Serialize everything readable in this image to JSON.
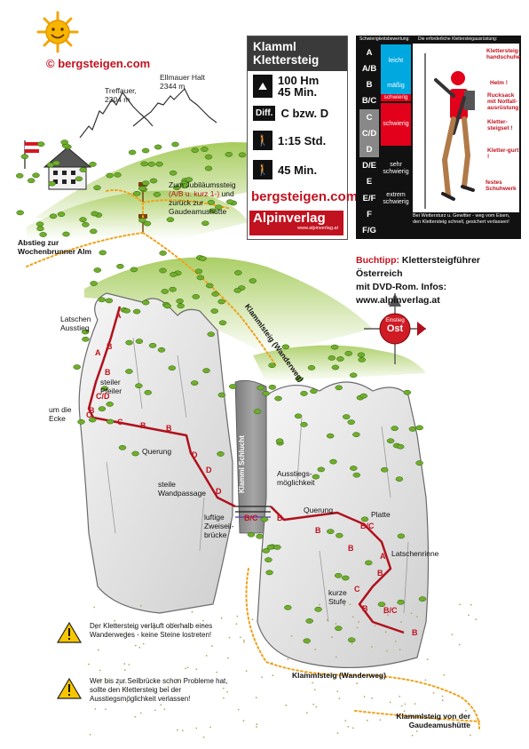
{
  "brand": {
    "site": "© bergsteigen.com"
  },
  "peaks": [
    {
      "name": "Treffauer,",
      "alt": "2304 m"
    },
    {
      "name": "Ellmauer Halt",
      "alt": "2344 m"
    }
  ],
  "info": {
    "title_line1": "Klamml",
    "title_line2": "Klettersteig",
    "height_diff": "100 Hm",
    "climb_time": "45 Min.",
    "diff_label": "Diff.",
    "difficulty": "C bzw. D",
    "approach": "1:15 Std.",
    "descent": "45 Min.",
    "logo": "bergsteigen.com",
    "publisher": "Alpinverlag",
    "publisher_url": "www.alpinverlag.at"
  },
  "grades": {
    "header_left": "Schwierigkeitsbewertung:",
    "header_right": "Die erforderliche Klettersteigausrüstung:",
    "scale": [
      "A",
      "A/B",
      "B",
      "B/C",
      "C",
      "C/D",
      "D",
      "D/E",
      "E",
      "E/F",
      "F",
      "F/G"
    ],
    "desc": {
      "easy": "leicht",
      "moderate": "mäßig",
      "hard1": "schwierig",
      "hard2": "schwierig",
      "very_hard": "sehr schwierig",
      "extreme": "extrem schwierig"
    },
    "equipment": {
      "gloves": "Klettersteig-handschuhe",
      "helmet": "Helm !",
      "backpack": "Rucksack mit Notfall-ausrüstung",
      "set": "Kletter-steigset !",
      "harness": "Kletter-gurt !",
      "shoes": "festes Schuhwerk"
    },
    "warning": "Bei Wettersturz u. Gewitter - weg vom Eisen, den Klettersteig schnell, gesichert verlassen!"
  },
  "buchtipp": {
    "prefix": "Buchtipp:",
    "line1": "Klettersteigführer Österreich",
    "line2": "mit DVD-Rom. Infos: www.alpinverlag.at"
  },
  "map_labels": {
    "jubilaeum": "Zum Jubiläumssteig",
    "jubilaeum_grade": "(A/B u. kurz 1-)",
    "jubilaeum_rest": "und zurück zur Gaudeamushütte",
    "abstieg": "Abstieg zur Wochenbrunner Alm",
    "klammlsteig_top": "Klammlsteig (Wanderweg)",
    "compass_top": "Einstieg",
    "compass_dir": "Ost",
    "latschen_ausstieg": "Latschen Ausstieg",
    "steiler_pfeiler": "steiler Pfeiler",
    "um_die_ecke": "um die Ecke",
    "querung1": "Querung",
    "steile_wandpassage": "steile Wandpassage",
    "luftige_bruecke": "luftige Zweiseil-brücke",
    "klamml_schlucht": "Klamml Schlucht",
    "ausstieg_moeglich": "Ausstiegs-möglichkeit",
    "querung2": "Querung",
    "platte": "Platte",
    "latschenrinne": "Latschenrinne",
    "kurze_stufe": "kurze Stufe",
    "klammlsteig_bottom": "Klammlsteig (Wanderweg)",
    "klammlsteig_gaudeamus": "Klammlsteig von der Gaudeamushütte"
  },
  "warnings": [
    "Der Klettersteig verläuft oberhalb eines Wanderweges - keine Steine lostreten!",
    "Wer bis zur Seilbrücke schon Probleme hat, sollte den Klettersteig bei der Ausstiegsmöglichkeit verlassen!"
  ],
  "route_grades_left": [
    "A",
    "B",
    "A",
    "B",
    "C/D",
    "C",
    "B",
    "C",
    "B",
    "B",
    "D",
    "D",
    "D",
    "B/C"
  ],
  "route_grades_right": [
    "B",
    "B",
    "B/C",
    "B",
    "A",
    "B",
    "C",
    "B",
    "B/C",
    "B"
  ],
  "colors": {
    "brand_red": "#c1121f",
    "grass": "#a8cc58",
    "rock": "#e2e2e2",
    "gorge": "#9a9a9a",
    "blue": "#00a8e0"
  },
  "icons": [
    "sun-icon",
    "flag-icon",
    "hut-icon",
    "climber-icon",
    "hiker-up-icon",
    "hiker-down-icon",
    "compass-icon",
    "warning-icon",
    "signpost-icon"
  ]
}
